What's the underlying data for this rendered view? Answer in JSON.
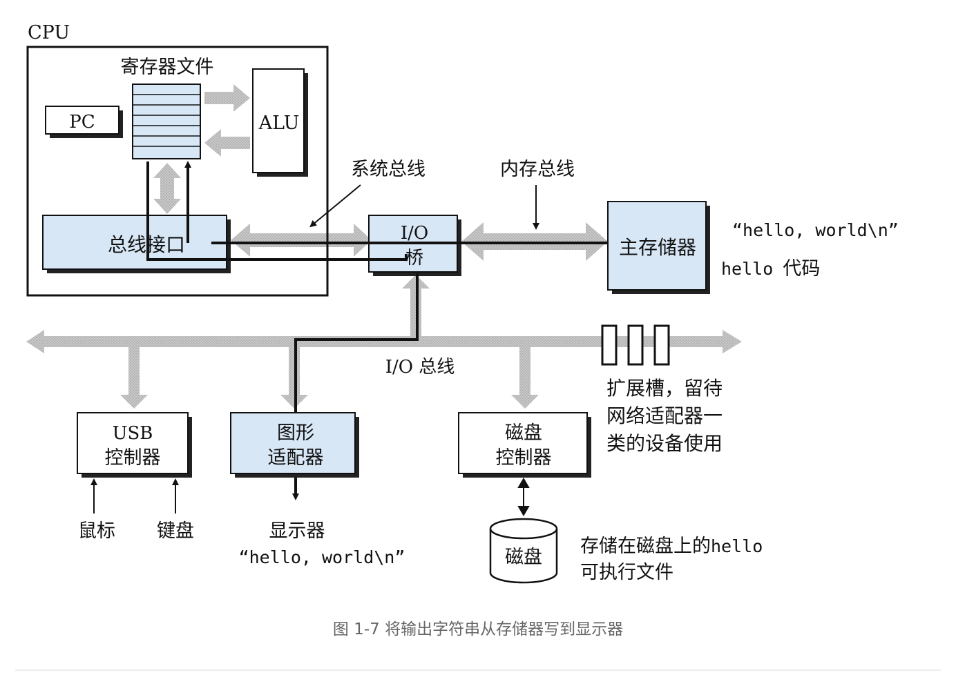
{
  "colors": {
    "box_fill_blue": "#d8e7f6",
    "bus_gray": "#c4c4c4",
    "line_black": "#111111",
    "caption_gray": "#666666"
  },
  "cpu": {
    "label": "CPU",
    "register_file_label": "寄存器文件",
    "pc_label": "PC",
    "alu_label": "ALU",
    "bus_interface_label": "总线接口"
  },
  "buses": {
    "system_bus_label": "系统总线",
    "memory_bus_label": "内存总线",
    "io_bus_label": "I/O 总线"
  },
  "io_bridge": {
    "line1": "I/O",
    "line2": "桥"
  },
  "main_memory": {
    "label": "主存储器",
    "note_string": "“hello, world\\n”",
    "note_code_prefix": "hello",
    "note_code_suffix": "代码"
  },
  "usb_controller": {
    "line1": "USB",
    "line2": "控制器",
    "mouse_label": "鼠标",
    "keyboard_label": "键盘"
  },
  "graphics_adapter": {
    "line1": "图形",
    "line2": "适配器",
    "display_label": "显示器",
    "display_output": "“hello, world\\n”"
  },
  "disk_controller": {
    "line1": "磁盘",
    "line2": "控制器",
    "disk_label": "磁盘",
    "disk_note_line1_prefix": "存储在磁盘上的",
    "disk_note_line1_mono": "hello",
    "disk_note_line2": "可执行文件"
  },
  "expansion_slots": {
    "line1": "扩展槽，留待",
    "line2": "网络适配器一",
    "line3": "类的设备使用"
  },
  "caption": "图 1-7 将输出字符串从存储器写到显示器"
}
